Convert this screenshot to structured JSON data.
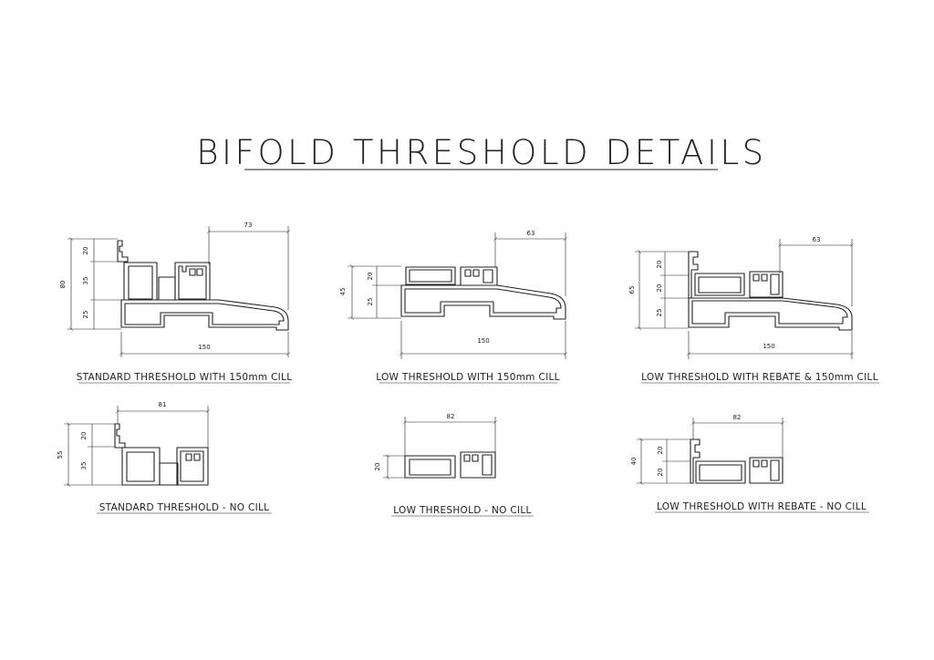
{
  "title": "BIFOLD THRESHOLD DETAILS",
  "details": [
    {
      "caption": "STANDARD THRESHOLD WITH 150mm CILL",
      "dims": {
        "overall": "80",
        "a": "20",
        "b": "35",
        "c": "25",
        "top": "73",
        "bottom": "150"
      }
    },
    {
      "caption": "LOW THRESHOLD WITH 150mm CILL",
      "dims": {
        "overall": "45",
        "a": "20",
        "b": "25",
        "top": "63",
        "bottom": "150"
      }
    },
    {
      "caption": "LOW THRESHOLD WITH REBATE & 150mm CILL",
      "dims": {
        "overall": "65",
        "a": "20",
        "b": "20",
        "c": "25",
        "top": "63",
        "bottom": "150"
      }
    },
    {
      "caption": "STANDARD THRESHOLD - NO CILL",
      "dims": {
        "overall": "55",
        "a": "20",
        "b": "35",
        "top": "81"
      }
    },
    {
      "caption": "LOW THRESHOLD - NO CILL",
      "dims": {
        "a": "20",
        "top": "82"
      }
    },
    {
      "caption": "LOW THRESHOLD WITH REBATE - NO CILL",
      "dims": {
        "overall": "40",
        "a": "20",
        "b": "20",
        "top": "82"
      }
    }
  ]
}
